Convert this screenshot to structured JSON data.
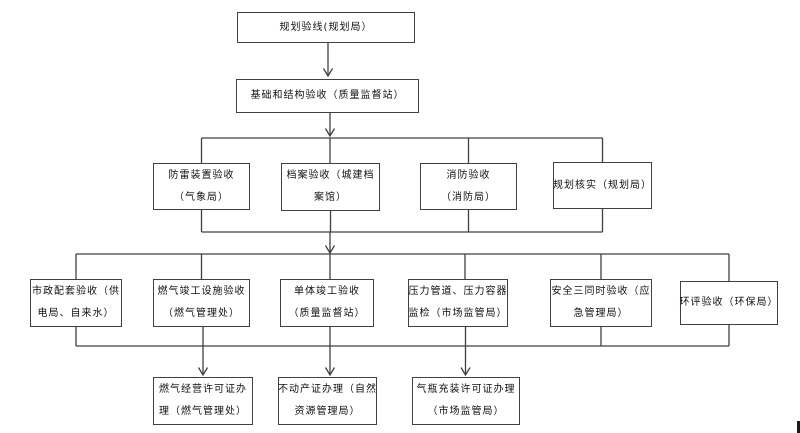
{
  "flowchart": {
    "row1": {
      "label": "规划验线(规划局）"
    },
    "row2": {
      "label": "基础和结构验收（质量监督站）"
    },
    "row3": [
      {
        "lines": [
          "防雷装置验收",
          "（气象局）"
        ]
      },
      {
        "lines": [
          "档案验收（城建档",
          "案馆）"
        ]
      },
      {
        "lines": [
          "消防验收",
          "（消防局）"
        ]
      },
      {
        "lines": [
          "规划核实（规划局）"
        ]
      }
    ],
    "row4": [
      {
        "lines": [
          "市政配套验收（供",
          "电局、自来水）"
        ]
      },
      {
        "lines": [
          "燃气竣工设施验收",
          "（燃气管理处）"
        ]
      },
      {
        "lines": [
          "单体竣工验收",
          "（质量监督站）"
        ]
      },
      {
        "lines": [
          "压力管道、压力容器",
          "监检（市场监管局）"
        ]
      },
      {
        "lines": [
          "安全三同时验收（应",
          "急管理局）"
        ]
      },
      {
        "lines": [
          "环评验收（环保局）"
        ]
      }
    ],
    "row5": [
      {
        "lines": [
          "燃气经营许可证办",
          "理（燃气管理处）"
        ]
      },
      {
        "lines": [
          "不动产证办理（自然",
          "资源管理局）"
        ]
      },
      {
        "lines": [
          "气瓶充装许可证办理",
          "（市场监管局）"
        ]
      }
    ],
    "colors": {
      "line": "#404040",
      "box_border": "#404040",
      "box_bg": "#ffffff",
      "text": "#111111",
      "page_bg": "#ffffff"
    }
  }
}
